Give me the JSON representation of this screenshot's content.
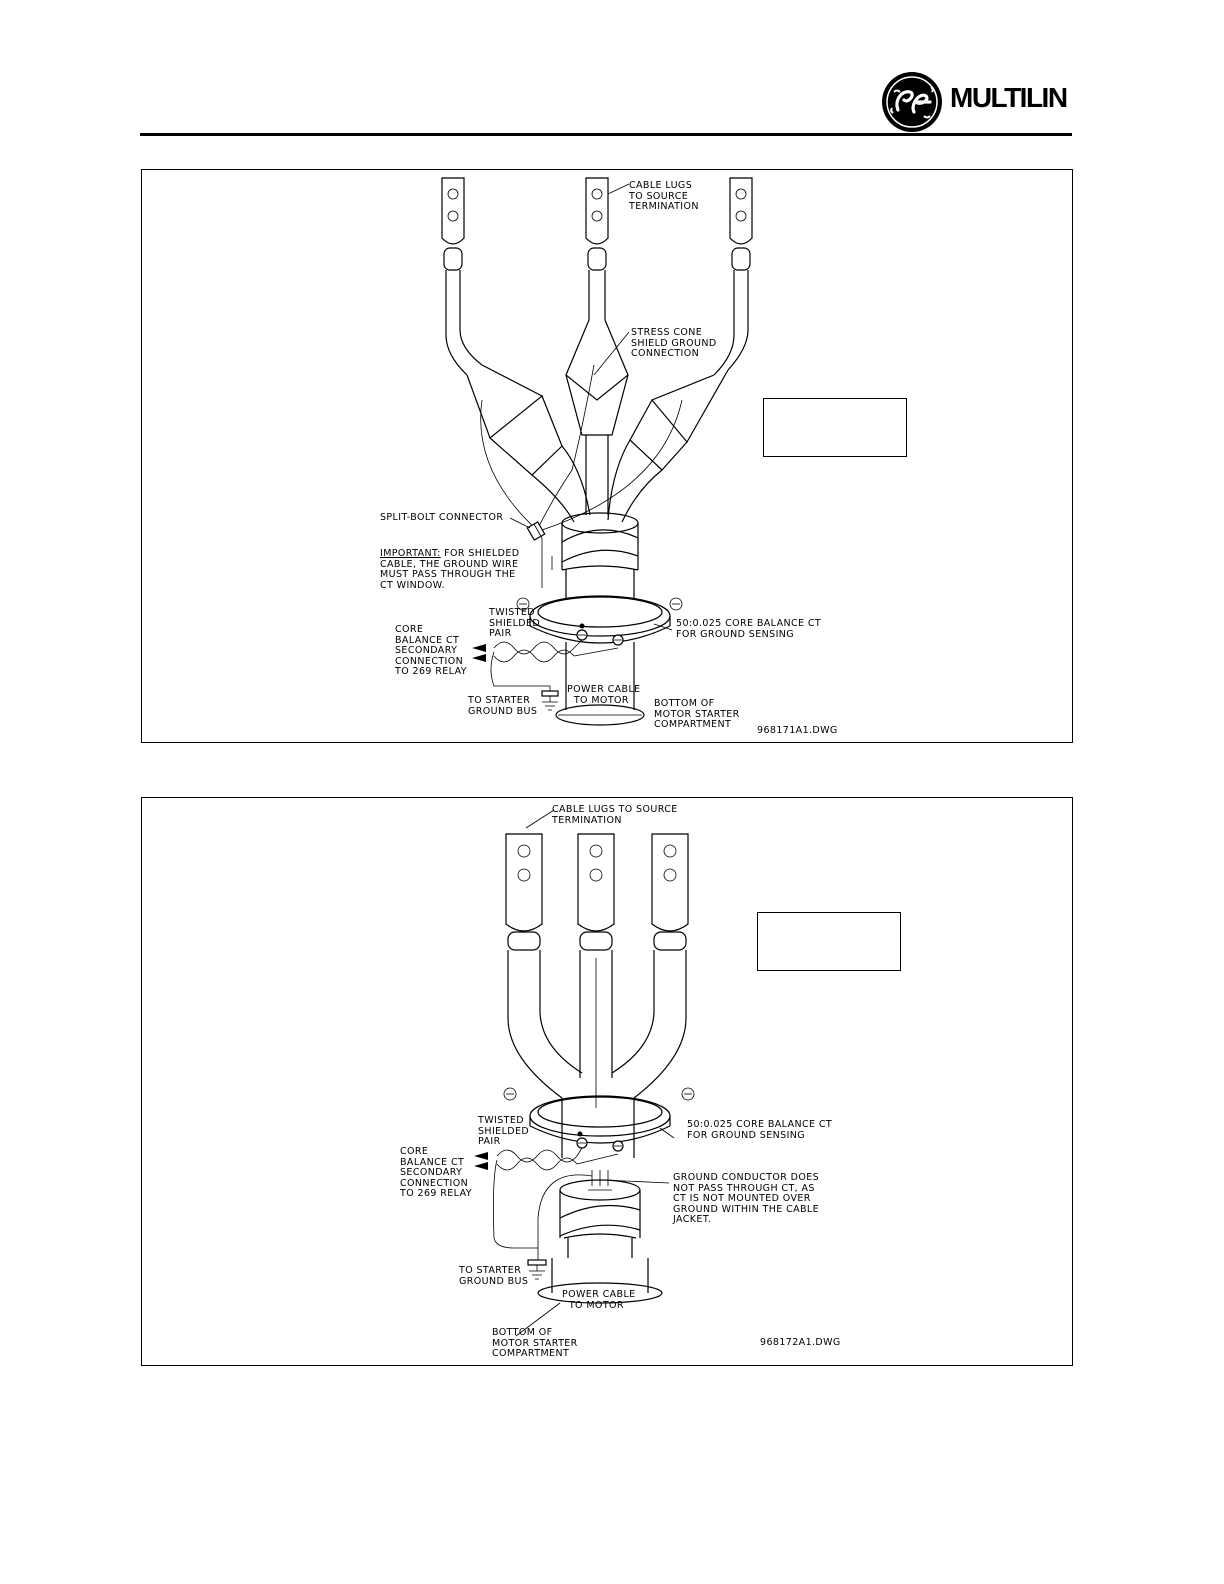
{
  "header": {
    "brand_name": "MULTILIN",
    "logo_mark": "GE"
  },
  "figure1": {
    "label_cable_lugs": "CABLE LUGS\nTO SOURCE\nTERMINATION",
    "label_stress_cone": "STRESS CONE\nSHIELD GROUND\nCONNECTION",
    "label_split_bolt": "SPLIT-BOLT CONNECTOR",
    "label_important_heading": "IMPORTANT:",
    "label_important_text": " FOR SHIELDED\nCABLE, THE GROUND WIRE\nMUST PASS THROUGH THE\nCT WINDOW.",
    "label_twisted_pair": "TWISTED\nSHIELDED\nPAIR",
    "label_ct": "50:0.025 CORE BALANCE CT\nFOR GROUND SENSING",
    "label_secondary": "CORE\nBALANCE CT\nSECONDARY\nCONNECTION\nTO 269 RELAY",
    "label_power_cable": "POWER CABLE\n  TO MOTOR",
    "label_ground_bus": "TO STARTER\nGROUND BUS",
    "label_bottom": "BOTTOM OF\nMOTOR STARTER\nCOMPARTMENT",
    "drawing_number": "968171A1.DWG"
  },
  "figure2": {
    "label_cable_lugs": "CABLE LUGS TO SOURCE\nTERMINATION",
    "label_twisted_pair": "TWISTED\nSHIELDED\nPAIR",
    "label_ct": "50:0.025 CORE BALANCE CT\nFOR GROUND SENSING",
    "label_secondary": "CORE\nBALANCE CT\nSECONDARY\nCONNECTION\nTO 269 RELAY",
    "label_ground_conductor": "GROUND CONDUCTOR DOES\nNOT PASS THROUGH CT, AS\nCT IS NOT MOUNTED OVER\nGROUND WITHIN THE CABLE\nJACKET.",
    "label_ground_bus": "TO STARTER\nGROUND BUS",
    "label_power_cable": "POWER CABLE\n  TO MOTOR",
    "label_bottom": "BOTTOM OF\nMOTOR STARTER\nCOMPARTMENT",
    "drawing_number": "968172A1.DWG"
  }
}
